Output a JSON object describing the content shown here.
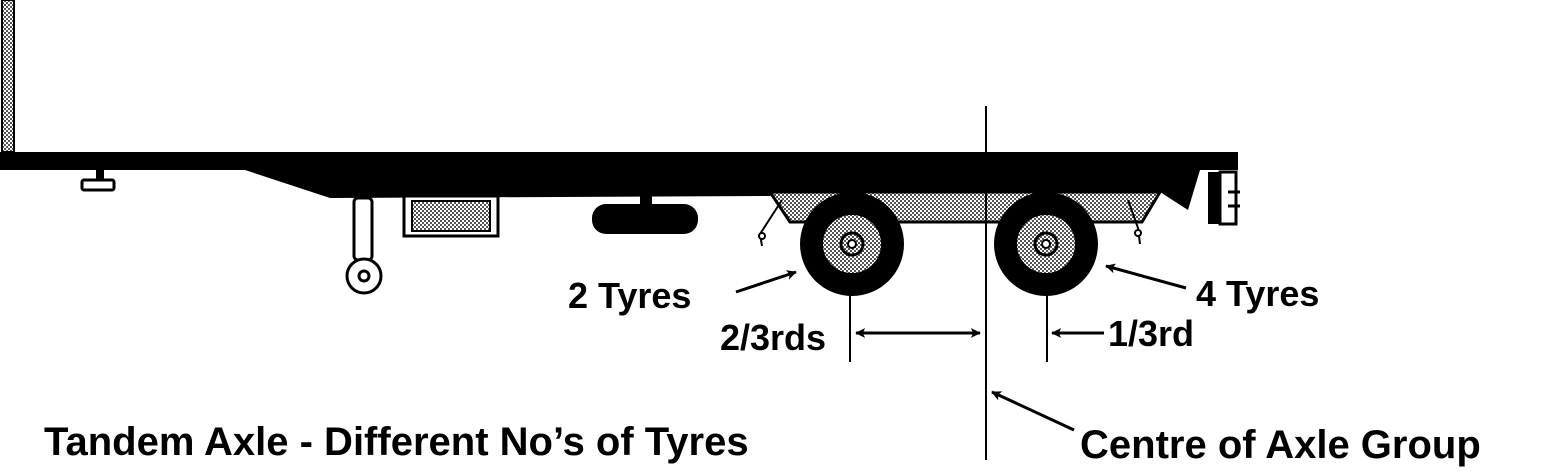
{
  "labels": {
    "front_tyres": "2  Tyres",
    "rear_tyres": "4  Tyres",
    "front_distance": "2/3rds",
    "rear_distance": "1/3rd",
    "centre_of_axle_group": "Centre  of  Axle  Group",
    "caption": "Tandem  Axle  -  Different  No’s  of  Tyres"
  },
  "axle_group": {
    "front_axle_tyres": 2,
    "rear_axle_tyres": 4,
    "front_axle_share": "2/3",
    "rear_axle_share": "1/3"
  },
  "colors": {
    "ink": "#000000",
    "background": "#ffffff",
    "hatch": "#8a8a8a"
  }
}
